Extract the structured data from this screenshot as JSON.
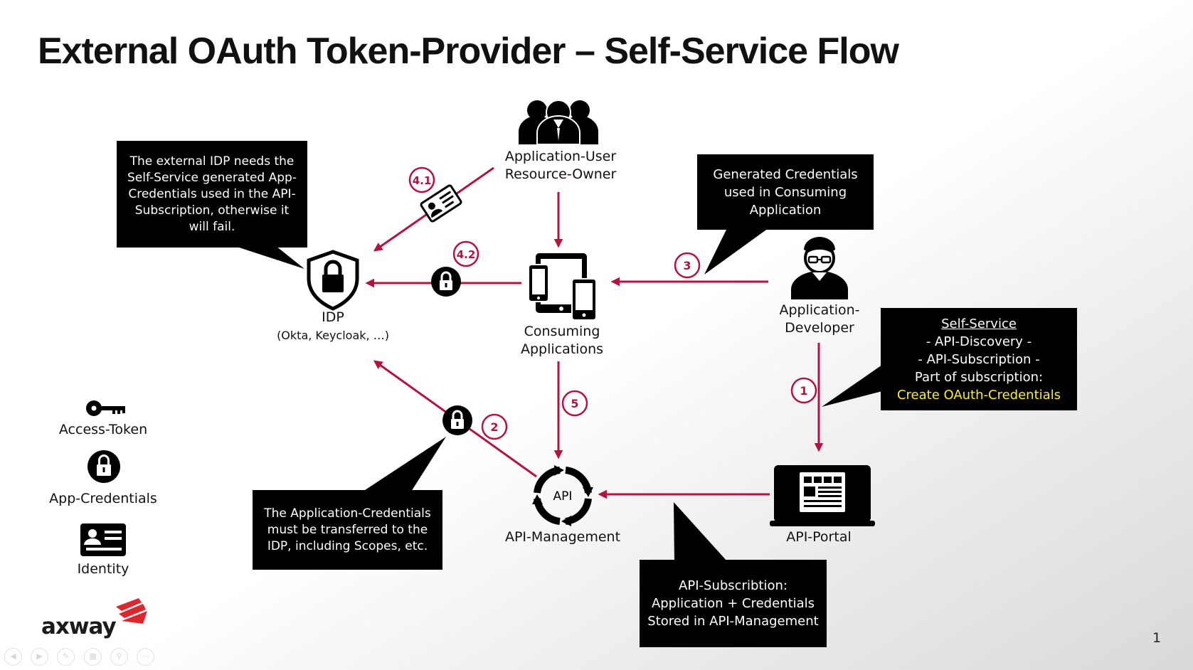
{
  "slide": {
    "title": "External OAuth Token-Provider – Self-Service Flow",
    "page_number": "1",
    "brand_color": "#b5123e"
  },
  "nodes": {
    "app_user": {
      "line1": "Application-User",
      "line2": "Resource-Owner",
      "icon": "people-group-icon"
    },
    "idp": {
      "line1": "IDP",
      "line2": "(Okta, Keycloak, …)",
      "icon": "shield-lock-icon"
    },
    "consuming": {
      "line1": "Consuming",
      "line2": "Applications",
      "icon": "devices-icon"
    },
    "developer": {
      "line1": "Application-",
      "line2": "Developer",
      "icon": "developer-avatar-icon"
    },
    "api_mgmt": {
      "label": "API-Management",
      "icon_text": "API",
      "icon": "api-cycle-icon"
    },
    "api_portal": {
      "label": "API-Portal",
      "icon": "laptop-portal-icon"
    }
  },
  "steps": {
    "s1": "1",
    "s2": "2",
    "s3": "3",
    "s41": "4.1",
    "s42": "4.2",
    "s5": "5"
  },
  "callouts": {
    "idp_note": [
      "The external IDP needs the",
      "Self-Service generated App-",
      "Credentials used in the API-",
      "Subscription, otherwise it",
      "will fail."
    ],
    "generated_note": [
      "Generated Credentials",
      "used in Consuming",
      "Application"
    ],
    "self_service": {
      "heading": "Self-Service",
      "lines": [
        "- API-Discovery -",
        "- API-Subscription -",
        "Part of subscription:"
      ],
      "highlight": "Create OAuth-Credentials",
      "highlight_color": "#ffec2d"
    },
    "transfer_note": [
      "The Application-Credentials",
      "must be transferred to the",
      "IDP, including Scopes, etc."
    ],
    "subscription_note": [
      "API-Subscribtion:",
      "Application + Credentials",
      "Stored in API-Management"
    ]
  },
  "legend": {
    "access_token": {
      "label": "Access-Token",
      "icon": "key-icon"
    },
    "app_credentials": {
      "label": "App-Credentials",
      "icon": "lock-icon"
    },
    "identity": {
      "label": "Identity",
      "icon": "id-card-icon"
    }
  },
  "logo": {
    "text": "axway",
    "icon": "axway-chevron-icon"
  },
  "toolbar": {
    "buttons": [
      {
        "name": "prev-slide-button",
        "icon": "chevron-left-icon"
      },
      {
        "name": "next-slide-button",
        "icon": "chevron-right-icon"
      },
      {
        "name": "pen-tool-button",
        "icon": "pen-icon"
      },
      {
        "name": "slides-overview-button",
        "icon": "grid-icon"
      },
      {
        "name": "zoom-button",
        "icon": "magnifier-icon"
      },
      {
        "name": "more-options-button",
        "icon": "ellipsis-icon"
      }
    ]
  }
}
